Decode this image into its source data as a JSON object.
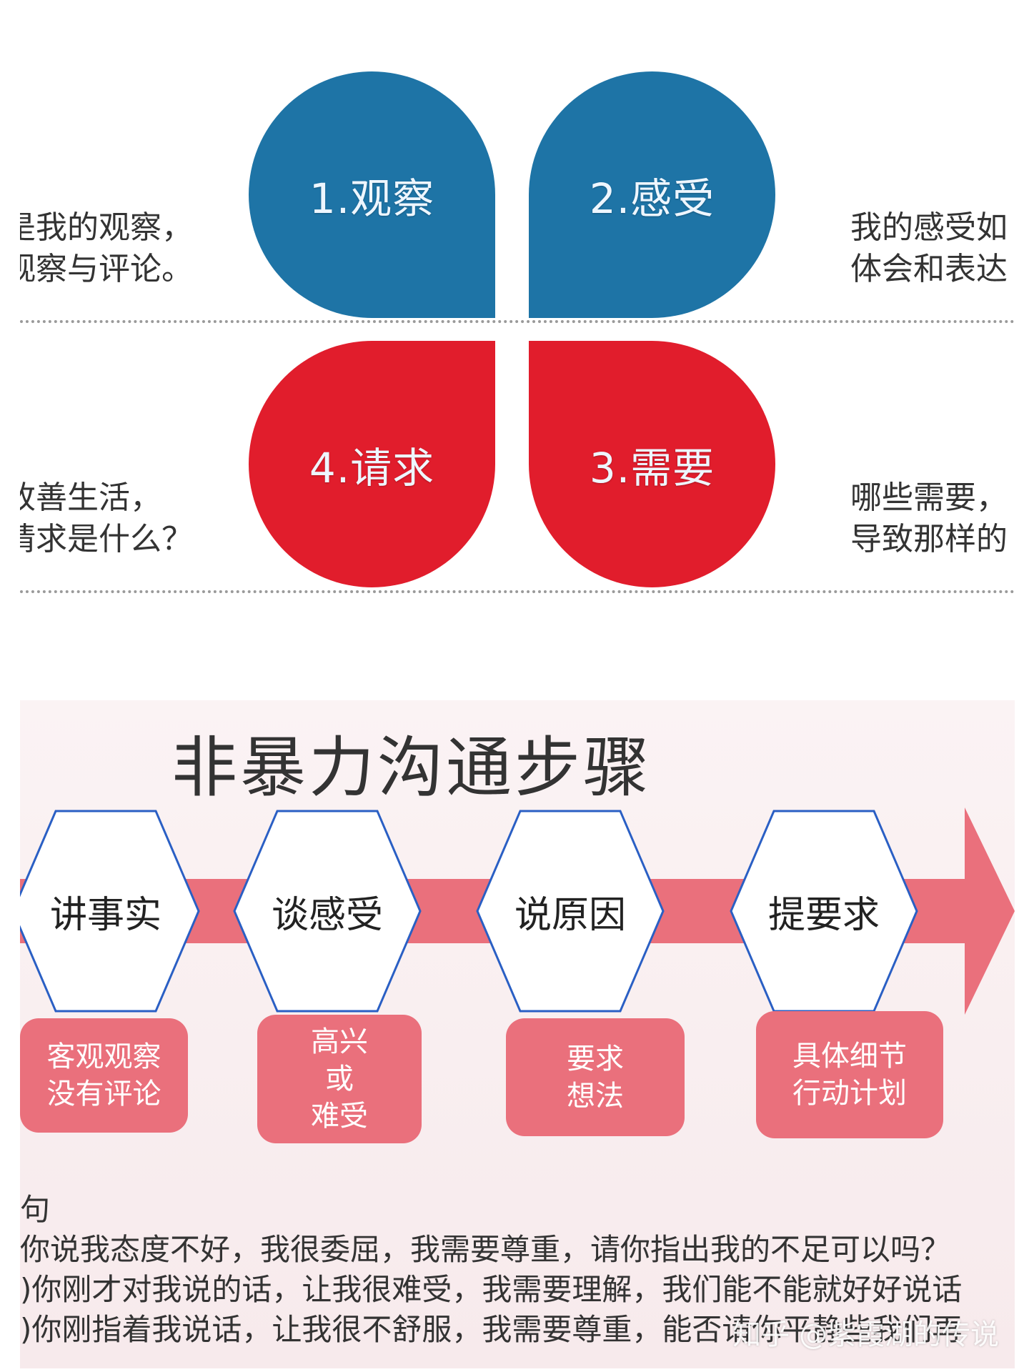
{
  "top": {
    "petals": [
      {
        "label": "1.观察",
        "color": "#1e74a6"
      },
      {
        "label": "2.感受",
        "color": "#1e74a6"
      },
      {
        "label": "3.需要",
        "color": "#e11d2c"
      },
      {
        "label": "4.请求",
        "color": "#e11d2c"
      }
    ],
    "left_upper": [
      "是我的观察，",
      "观察与评论。"
    ],
    "right_upper": [
      "我的感受如",
      "体会和表达"
    ],
    "left_lower": [
      "改善生活，",
      "请求是什么？"
    ],
    "right_lower": [
      "哪些需要，",
      "导致那样的"
    ]
  },
  "slide": {
    "title": "非暴力沟通步骤",
    "colors": {
      "band": "#ea707c",
      "hex_border": "#2a5fc4",
      "box": "#ea707c"
    },
    "steps": [
      {
        "label": "讲事实",
        "desc": "客观观察\n没有评论"
      },
      {
        "label": "谈感受",
        "desc": "高兴\n或\n难受"
      },
      {
        "label": "说原因",
        "desc": "要求\n想法"
      },
      {
        "label": "提要求",
        "desc": "具体细节\n行动计划"
      }
    ],
    "examples_heading": "句",
    "examples": [
      "你说我态度不好，我很委屈，我需要尊重，请你指出我的不足可以吗？",
      ")你刚才对我说的话，让我很难受，我需要理解，我们能不能就好好说话",
      ")你刚指着我说话，让我很不舒服，我需要尊重，能否请你平静些我们再"
    ],
    "watermark": "知乎 @紫霞湖的传说"
  }
}
